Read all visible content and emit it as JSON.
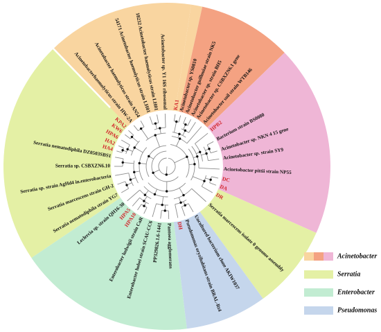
{
  "colors": {
    "acinetobacter": "#f9d5a0",
    "acinetobacter_salmon": "#f4a282",
    "acinetobacter_pink": "#efb6d6",
    "serratia": "#e4f0a5",
    "enterobacter": "#c2ecd2",
    "pseudomonas": "#c5d6ec",
    "isolate_text": "#d2232a",
    "branch": "#8c8c8c",
    "node": "#111111"
  },
  "legend": [
    {
      "label": "Acinetobacter",
      "swatches": [
        "#f9d5a0",
        "#f4a282",
        "#efb6d6"
      ]
    },
    {
      "label": "Serratia",
      "swatches": [
        "#e4f0a5"
      ]
    },
    {
      "label": "Enterobacter",
      "swatches": [
        "#c2ecd2"
      ]
    },
    {
      "label": "Pseudomonas",
      "swatches": [
        "#c5d6ec"
      ]
    }
  ],
  "leaves": [
    {
      "name": "KA1",
      "isolate": true
    },
    {
      "name": "Acinetobacter sp. YS0810",
      "isolate": false
    },
    {
      "name": "Acinetobacter guillouiae strain NK5",
      "isolate": false
    },
    {
      "name": "Acinetobacter sp. strain BH5",
      "isolate": false
    },
    {
      "name": "Acinetobacter sp. CSBXZN6.1 gene",
      "isolate": false
    },
    {
      "name": "Acinetobacter soil strain WTB146",
      "isolate": false
    },
    {
      "name": "HPB2",
      "isolate": true
    },
    {
      "name": "Bacterium strain BS0080",
      "isolate": false
    },
    {
      "name": "Acinetobacter sp. NKN 4 15 gene",
      "isolate": false
    },
    {
      "name": "Acinetobacter sp. strain SY9",
      "isolate": false
    },
    {
      "name": "Acinetobacter pittii strain NP55",
      "isolate": false
    },
    {
      "name": "DC",
      "isolate": true
    },
    {
      "name": "DA",
      "isolate": true
    },
    {
      "name": "DR",
      "isolate": true
    },
    {
      "name": "Serratia marcescens isolate 0 genome assembly",
      "isolate": false
    },
    {
      "name": "Uncultured bacterium clone AKIW1037",
      "isolate": false
    },
    {
      "name": "Pseudomonas oryzihabitans strain BRAL-Rt4",
      "isolate": false
    },
    {
      "name": "DH",
      "isolate": true
    },
    {
      "name": "Pantoea agglomerans",
      "isolate": false
    },
    {
      "name": "PP329826.1.6-1441",
      "isolate": false
    },
    {
      "name": "Enterobacter hobei strain SCAU-CC6",
      "isolate": false
    },
    {
      "name": "Enterobacter ludwigii strain CaR",
      "isolate": false
    },
    {
      "name": "HPA10",
      "isolate": true
    },
    {
      "name": "HPA5",
      "isolate": true
    },
    {
      "name": "Leclercia sp. strain QH16-30",
      "isolate": false
    },
    {
      "name": "Serratia nematodiphila strain YG7",
      "isolate": false
    },
    {
      "name": "Serratia marcescens strain GH-2",
      "isolate": false
    },
    {
      "name": "Serratia sp. strain AgHd4 in.enterobacteria",
      "isolate": false
    },
    {
      "name": "Serratia sp. CSBXZN6.10",
      "isolate": false
    },
    {
      "name": "Serratia nematodiphila DZ0503SBS1",
      "isolate": false
    },
    {
      "name": "HA4",
      "isolate": true
    },
    {
      "name": "HA2",
      "isolate": true
    },
    {
      "name": "HPA6",
      "isolate": true
    },
    {
      "name": "KW6",
      "isolate": true
    },
    {
      "name": "KPA2",
      "isolate": true
    },
    {
      "name": "Acinetobacterhaemolyticus strain HW-2A",
      "isolate": false
    },
    {
      "name": "Acinetobacter haemolyticus strain AN54",
      "isolate": false
    },
    {
      "name": "54171 Acinetobacter haemolyticus strain LH01",
      "isolate": false
    },
    {
      "name": "18232 Acinetobacter haemolyticus strain LH01",
      "isolate": false
    },
    {
      "name": "Acinetobacter sp. Y1 16S ribosomal",
      "isolate": false
    }
  ]
}
